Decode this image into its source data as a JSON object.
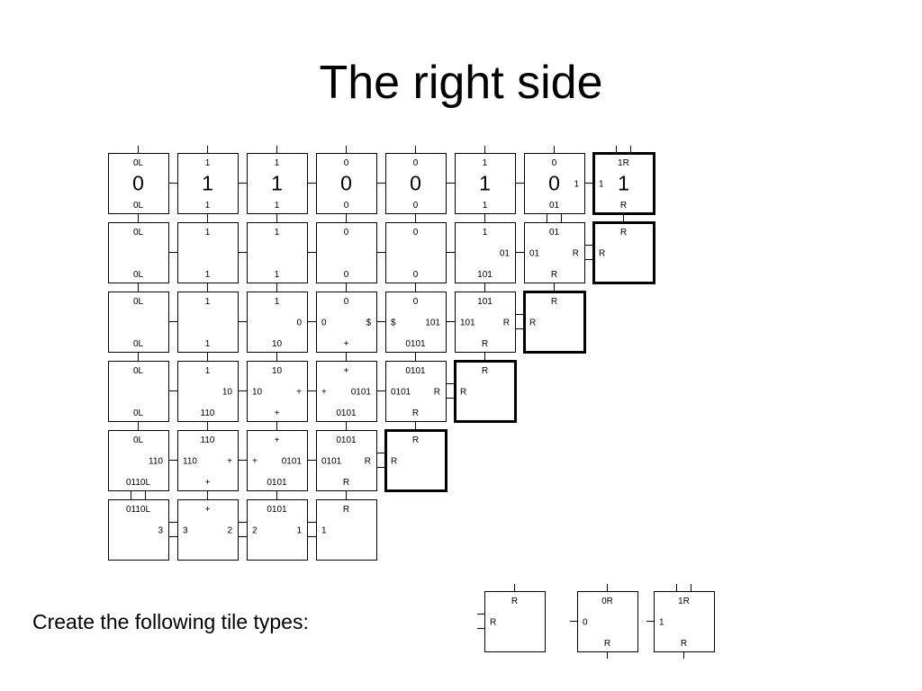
{
  "slide": {
    "title": "The right side",
    "caption": "Create the following tile types:"
  },
  "grid": [
    [
      {
        "top": "0L",
        "bottom": "0L",
        "center": "0",
        "glue": {
          "t": 1,
          "b": 1,
          "l": 0,
          "r": 1
        }
      },
      {
        "top": "1",
        "bottom": "1",
        "center": "1",
        "glue": {
          "t": 1,
          "b": 1,
          "l": 1,
          "r": 1
        }
      },
      {
        "top": "1",
        "bottom": "1",
        "center": "1",
        "glue": {
          "t": 1,
          "b": 1,
          "l": 1,
          "r": 1
        }
      },
      {
        "top": "0",
        "bottom": "0",
        "center": "0",
        "glue": {
          "t": 1,
          "b": 1,
          "l": 1,
          "r": 1
        }
      },
      {
        "top": "0",
        "bottom": "0",
        "center": "0",
        "glue": {
          "t": 1,
          "b": 1,
          "l": 1,
          "r": 1
        }
      },
      {
        "top": "1",
        "bottom": "1",
        "center": "1",
        "glue": {
          "t": 1,
          "b": 1,
          "l": 1,
          "r": 1
        }
      },
      {
        "top": "0",
        "bottom": "01",
        "center": "0",
        "right": "1",
        "glue": {
          "t": 1,
          "b": 2,
          "l": 1,
          "r": 1
        }
      },
      {
        "top": "1R",
        "bottom": "R",
        "center": "1",
        "left": "1",
        "bold": true,
        "glue": {
          "t": 2,
          "b": 1,
          "l": 1,
          "r": 0
        }
      }
    ],
    [
      {
        "top": "0L",
        "bottom": "0L",
        "glue": {
          "t": 1,
          "b": 1,
          "l": 0,
          "r": 1
        }
      },
      {
        "top": "1",
        "bottom": "1",
        "glue": {
          "t": 1,
          "b": 1,
          "l": 1,
          "r": 1
        }
      },
      {
        "top": "1",
        "bottom": "1",
        "glue": {
          "t": 1,
          "b": 1,
          "l": 1,
          "r": 1
        }
      },
      {
        "top": "0",
        "bottom": "0",
        "glue": {
          "t": 1,
          "b": 1,
          "l": 1,
          "r": 1
        }
      },
      {
        "top": "0",
        "bottom": "0",
        "glue": {
          "t": 1,
          "b": 1,
          "l": 1,
          "r": 1
        }
      },
      {
        "top": "1",
        "bottom": "101",
        "right": "01",
        "glue": {
          "t": 1,
          "b": 1,
          "l": 1,
          "r": 1
        }
      },
      {
        "top": "01",
        "bottom": "R",
        "left": "01",
        "right": "R",
        "glue": {
          "t": 2,
          "b": 1,
          "l": 1,
          "r": 2
        }
      },
      {
        "top": "R",
        "left": "R",
        "bold": true,
        "glue": {
          "t": 1,
          "b": 0,
          "l": 2,
          "r": 0
        }
      }
    ],
    [
      {
        "top": "0L",
        "bottom": "0L",
        "glue": {
          "t": 1,
          "b": 1,
          "l": 0,
          "r": 1
        }
      },
      {
        "top": "1",
        "bottom": "1",
        "glue": {
          "t": 1,
          "b": 1,
          "l": 1,
          "r": 1
        }
      },
      {
        "top": "1",
        "bottom": "10",
        "right": "0",
        "glue": {
          "t": 1,
          "b": 1,
          "l": 1,
          "r": 1
        }
      },
      {
        "top": "0",
        "bottom": "+",
        "left": "0",
        "right": "$",
        "glue": {
          "t": 1,
          "b": 1,
          "l": 1,
          "r": 1
        }
      },
      {
        "top": "0",
        "bottom": "0101",
        "left": "$",
        "right": "101",
        "glue": {
          "t": 1,
          "b": 1,
          "l": 1,
          "r": 1
        }
      },
      {
        "top": "101",
        "bottom": "R",
        "left": "101",
        "right": "R",
        "glue": {
          "t": 1,
          "b": 1,
          "l": 1,
          "r": 2
        }
      },
      {
        "top": "R",
        "left": "R",
        "bold": true,
        "glue": {
          "t": 1,
          "b": 0,
          "l": 2,
          "r": 0
        }
      }
    ],
    [
      {
        "top": "0L",
        "bottom": "0L",
        "glue": {
          "t": 1,
          "b": 1,
          "l": 0,
          "r": 1
        }
      },
      {
        "top": "1",
        "bottom": "110",
        "right": "10",
        "glue": {
          "t": 1,
          "b": 1,
          "l": 1,
          "r": 1
        }
      },
      {
        "top": "10",
        "bottom": "+",
        "left": "10",
        "right": "+",
        "glue": {
          "t": 1,
          "b": 1,
          "l": 1,
          "r": 1
        }
      },
      {
        "top": "+",
        "bottom": "0101",
        "left": "+",
        "right": "0101",
        "glue": {
          "t": 1,
          "b": 1,
          "l": 1,
          "r": 1
        }
      },
      {
        "top": "0101",
        "bottom": "R",
        "left": "0101",
        "right": "R",
        "glue": {
          "t": 1,
          "b": 1,
          "l": 1,
          "r": 2
        }
      },
      {
        "top": "R",
        "left": "R",
        "bold": true,
        "glue": {
          "t": 1,
          "b": 0,
          "l": 2,
          "r": 0
        }
      }
    ],
    [
      {
        "top": "0L",
        "bottom": "0110L",
        "right": "110",
        "glue": {
          "t": 1,
          "b": 2,
          "l": 0,
          "r": 1
        }
      },
      {
        "top": "110",
        "bottom": "+",
        "left": "110",
        "right": "+",
        "glue": {
          "t": 1,
          "b": 1,
          "l": 1,
          "r": 1
        }
      },
      {
        "top": "+",
        "bottom": "0101",
        "left": "+",
        "right": "0101",
        "glue": {
          "t": 1,
          "b": 1,
          "l": 1,
          "r": 1
        }
      },
      {
        "top": "0101",
        "bottom": "R",
        "left": "0101",
        "right": "R",
        "glue": {
          "t": 1,
          "b": 1,
          "l": 1,
          "r": 2
        }
      },
      {
        "top": "R",
        "left": "R",
        "bold": true,
        "glue": {
          "t": 1,
          "b": 0,
          "l": 2,
          "r": 0
        }
      }
    ],
    [
      {
        "top": "0110L",
        "right": "3",
        "glue": {
          "t": 2,
          "b": 0,
          "l": 0,
          "r": 2
        }
      },
      {
        "top": "+",
        "left": "3",
        "right": "2",
        "glue": {
          "t": 1,
          "b": 0,
          "l": 2,
          "r": 2
        }
      },
      {
        "top": "0101",
        "left": "2",
        "right": "1",
        "glue": {
          "t": 1,
          "b": 0,
          "l": 2,
          "r": 2
        }
      },
      {
        "top": "R",
        "left": "1",
        "glue": {
          "t": 1,
          "b": 0,
          "l": 2,
          "r": 0
        }
      }
    ]
  ],
  "tile_types": [
    {
      "top": "R",
      "left": "R",
      "glue": {
        "t": 1,
        "b": 0,
        "l": 2,
        "r": 0
      }
    },
    {
      "top": "0R",
      "bottom": "R",
      "left": "0",
      "glue": {
        "t": 1,
        "b": 1,
        "l": 1,
        "r": 0
      }
    },
    {
      "top": "1R",
      "bottom": "R",
      "left": "1",
      "glue": {
        "t": 2,
        "b": 1,
        "l": 1,
        "r": 0
      }
    }
  ]
}
